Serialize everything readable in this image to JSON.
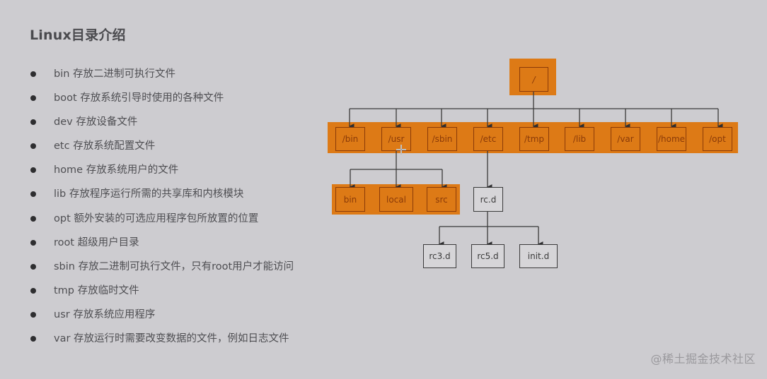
{
  "title": "Linux目录介绍",
  "items": [
    {
      "name": "bin",
      "desc": "存放二进制可执行文件"
    },
    {
      "name": "boot",
      "desc": "存放系统引导时使用的各种文件"
    },
    {
      "name": "dev",
      "desc": "存放设备文件"
    },
    {
      "name": "etc",
      "desc": "存放系统配置文件"
    },
    {
      "name": "home",
      "desc": "存放系统用户的文件"
    },
    {
      "name": "lib",
      "desc": "存放程序运行所需的共享库和内核模块"
    },
    {
      "name": "opt",
      "desc": "额外安装的可选应用程序包所放置的位置"
    },
    {
      "name": "root",
      "desc": "超级用户目录"
    },
    {
      "name": "sbin",
      "desc": "存放二进制可执行文件，只有root用户才能访问"
    },
    {
      "name": "tmp",
      "desc": "存放临时文件"
    },
    {
      "name": "usr",
      "desc": "存放系统应用程序"
    },
    {
      "name": "var",
      "desc": "存放运行时需要改变数据的文件，例如日志文件"
    }
  ],
  "tree": {
    "root": "/",
    "level1": [
      "/bin",
      "/usr",
      "/sbin",
      "/etc",
      "/tmp",
      "/lib",
      "/var",
      "/home",
      "/opt"
    ],
    "usr_children": [
      "bin",
      "local",
      "src"
    ],
    "etc_child": "rc.d",
    "rcd_children": [
      "rc3.d",
      "rc5.d",
      "init.d"
    ]
  },
  "colors": {
    "highlight": "#dd7a16",
    "highlight_border": "#8a3a08",
    "background": "#cdccd0",
    "line": "#3a3a3a"
  },
  "watermark": "@稀土掘金技术社区"
}
